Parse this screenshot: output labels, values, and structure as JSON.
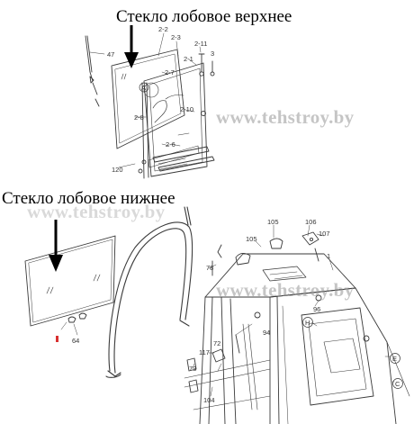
{
  "captions": {
    "upper": "Стекло лобовое верхнее",
    "lower": "Стекло лобовое нижнее"
  },
  "watermark": "www.tehstroy.by",
  "part_labels": {
    "p47": "47",
    "p2_2": "2-2",
    "p2_3": "2-3",
    "p2_11": "2-11",
    "p3": "3",
    "p2_1": "2-1",
    "p2_7": "2-7",
    "pA": "A",
    "p2_8": "2-8",
    "p2_10": "2-10",
    "p2_6": "2-6",
    "p120": "120",
    "p105a": "105",
    "p106": "106",
    "p105b": "105",
    "p107": "107",
    "p78": "78",
    "p1": "1",
    "p96": "96",
    "pH": "H",
    "p94": "94",
    "p64": "64",
    "p117": "117",
    "p72": "72",
    "p73": "73",
    "p104": "104",
    "pE": "E",
    "pC": "C"
  },
  "colors": {
    "line": "#3a3a3a",
    "arrow": "#000000",
    "red_mark": "#d83030"
  }
}
